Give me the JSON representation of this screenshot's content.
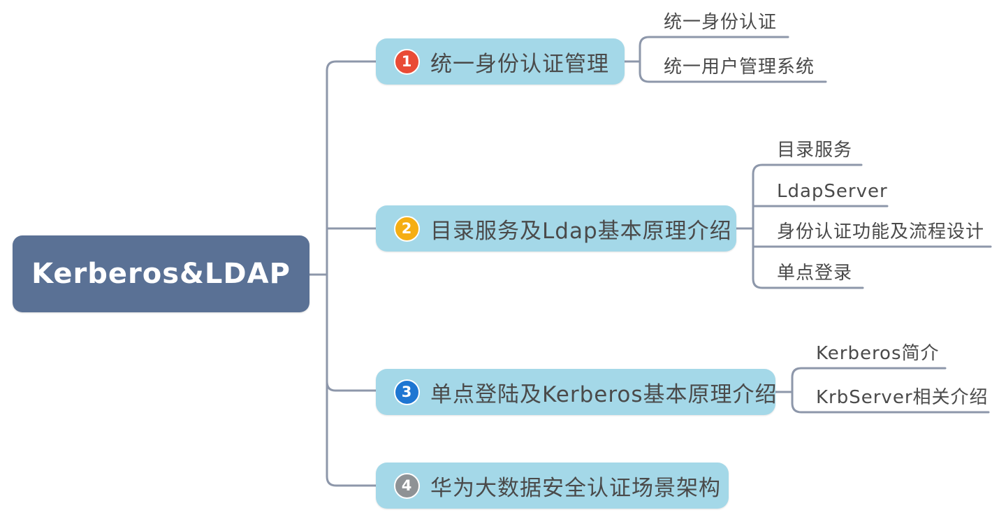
{
  "canvas": {
    "background": "#ffffff",
    "connector_color": "#8d97aa",
    "node_text_color": "#4a4a4a"
  },
  "root": {
    "label": "Kerberos&LDAP",
    "fill": "#5a7195",
    "text_color": "#ffffff"
  },
  "branches": [
    {
      "badge": "1",
      "badge_color": "#e94b35",
      "label": "统一身份认证管理",
      "fill": "#a4d8e8",
      "children": [
        {
          "label": "统一身份认证"
        },
        {
          "label": "统一用户管理系统"
        }
      ]
    },
    {
      "badge": "2",
      "badge_color": "#f5ae13",
      "label": "目录服务及Ldap基本原理介绍",
      "fill": "#a4d8e8",
      "children": [
        {
          "label": "目录服务"
        },
        {
          "label": "LdapServer"
        },
        {
          "label": "身份认证功能及流程设计"
        },
        {
          "label": "单点登录"
        }
      ]
    },
    {
      "badge": "3",
      "badge_color": "#1e76d2",
      "label": "单点登陆及Kerberos基本原理介绍",
      "fill": "#a4d8e8",
      "children": [
        {
          "label": "Kerberos简介"
        },
        {
          "label": "KrbServer相关介绍"
        }
      ]
    },
    {
      "badge": "4",
      "badge_color": "#8e9295",
      "label": "华为大数据安全认证场景架构",
      "fill": "#a4d8e8",
      "children": []
    }
  ]
}
